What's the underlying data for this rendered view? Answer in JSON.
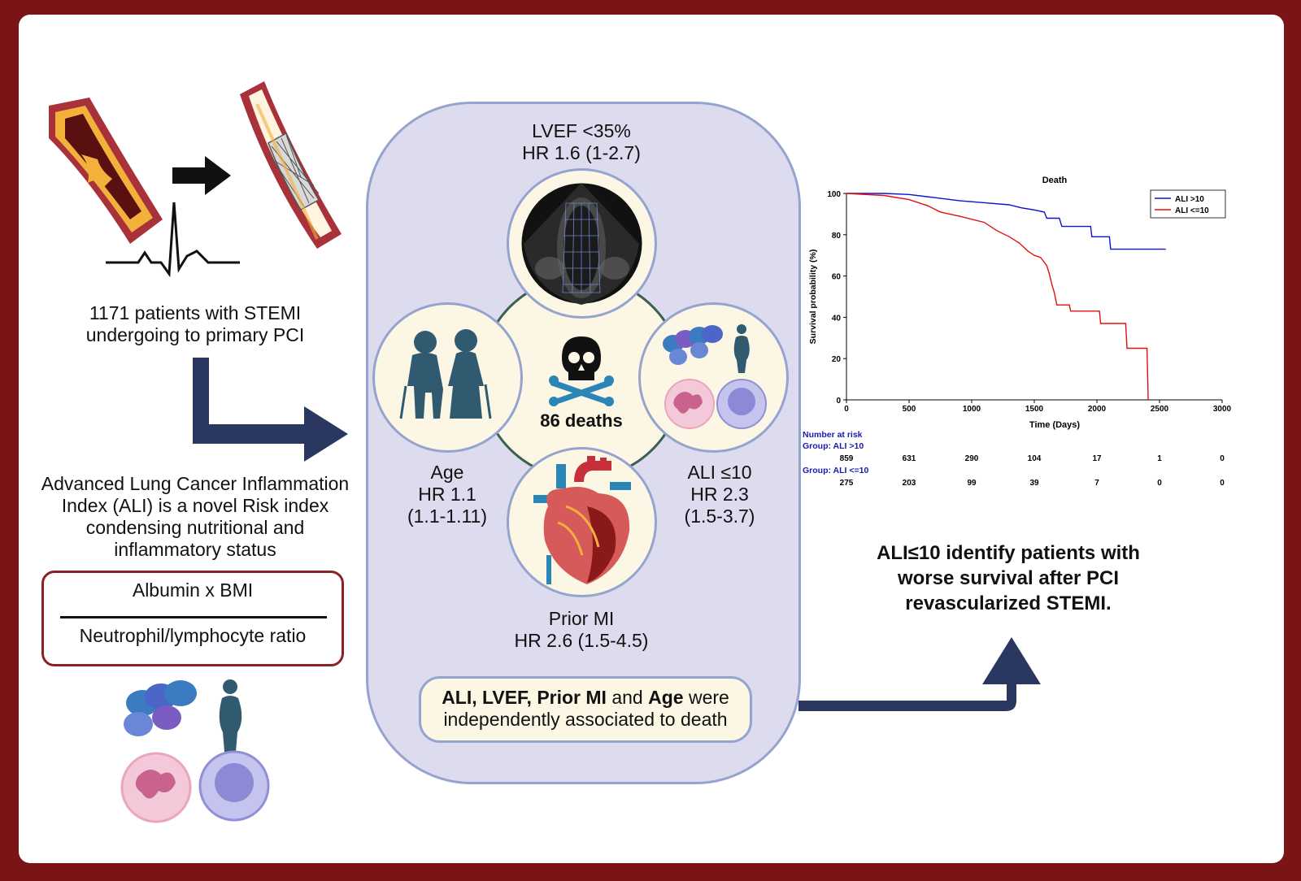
{
  "left": {
    "patients_line1": "1171 patients with STEMI",
    "patients_line2": "undergoing to primary PCI",
    "ali_line1": "Advanced Lung Cancer Inflammation",
    "ali_line2": "Index (ALI) is a novel Risk index",
    "ali_line3": "condensing nutritional and",
    "ali_line4": "inflammatory status",
    "formula_numerator": "Albumin x BMI",
    "formula_denominator": "Neutrophil/lymphocyte ratio"
  },
  "center": {
    "lvef_line1": "LVEF <35%",
    "lvef_line2": "HR 1.6 (1-2.7)",
    "age_line1": "Age",
    "age_line2": "HR 1.1",
    "age_line3": "(1.1-1.11)",
    "ali_line1": "ALI ≤10",
    "ali_line2": "HR 2.3",
    "ali_line3": "(1.5-3.7)",
    "prior_line1": "Prior MI",
    "prior_line2": "HR 2.6 (1.5-4.5)",
    "deaths": "86 deaths",
    "conclusion_bold1": "ALI, LVEF, Prior MI",
    "conclusion_mid": " and ",
    "conclusion_bold2": "Age",
    "conclusion_end": " were",
    "conclusion_line2": "independently associated to death"
  },
  "chart_data": {
    "type": "line",
    "title": "Death",
    "xlabel": "Time (Days)",
    "ylabel": "Survival probability (%)",
    "xlim": [
      0,
      3000
    ],
    "ylim": [
      0,
      100
    ],
    "x_ticks": [
      0,
      500,
      1000,
      1500,
      2000,
      2500,
      3000
    ],
    "y_ticks": [
      0,
      20,
      40,
      60,
      80,
      100
    ],
    "legend": "top-right",
    "series": [
      {
        "name": "ALI >10",
        "color": "#1010d0",
        "points": [
          [
            0,
            100
          ],
          [
            300,
            100
          ],
          [
            500,
            99.5
          ],
          [
            700,
            98
          ],
          [
            900,
            96.5
          ],
          [
            1100,
            95.5
          ],
          [
            1300,
            94.5
          ],
          [
            1400,
            93
          ],
          [
            1500,
            92
          ],
          [
            1580,
            91
          ],
          [
            1600,
            88
          ],
          [
            1700,
            88
          ],
          [
            1720,
            84
          ],
          [
            1950,
            84
          ],
          [
            1960,
            79
          ],
          [
            2100,
            79
          ],
          [
            2110,
            73
          ],
          [
            2550,
            73
          ]
        ]
      },
      {
        "name": "ALI <=10",
        "color": "#e01010",
        "points": [
          [
            0,
            100
          ],
          [
            300,
            99
          ],
          [
            500,
            97
          ],
          [
            650,
            94
          ],
          [
            750,
            91
          ],
          [
            900,
            89
          ],
          [
            1100,
            86
          ],
          [
            1200,
            82
          ],
          [
            1300,
            79
          ],
          [
            1380,
            76
          ],
          [
            1450,
            72
          ],
          [
            1500,
            70
          ],
          [
            1550,
            69
          ],
          [
            1600,
            65
          ],
          [
            1620,
            61
          ],
          [
            1640,
            56
          ],
          [
            1660,
            52
          ],
          [
            1680,
            46
          ],
          [
            1780,
            46
          ],
          [
            1790,
            43
          ],
          [
            2020,
            43
          ],
          [
            2030,
            37
          ],
          [
            2230,
            37
          ],
          [
            2240,
            25
          ],
          [
            2400,
            25
          ],
          [
            2410,
            0
          ]
        ]
      }
    ],
    "risk_table": {
      "header": "Number at risk",
      "groups": [
        {
          "name": "Group: ALI >10",
          "values": [
            "859",
            "631",
            "290",
            "104",
            "17",
            "1",
            "0"
          ]
        },
        {
          "name": "Group: ALI <=10",
          "values": [
            "275",
            "203",
            "99",
            "39",
            "7",
            "0",
            "0"
          ]
        }
      ]
    }
  },
  "right": {
    "conclusion_line1": "ALI≤10 identify patients with",
    "conclusion_line2": "worse survival after PCI",
    "conclusion_line3": "revascularized STEMI."
  },
  "colors": {
    "frame": "#7b1416",
    "panel": "#dcdcee",
    "arrow": "#2a3760",
    "icon_teal": "#2f5a70",
    "skull_blue": "#2b86b6"
  }
}
